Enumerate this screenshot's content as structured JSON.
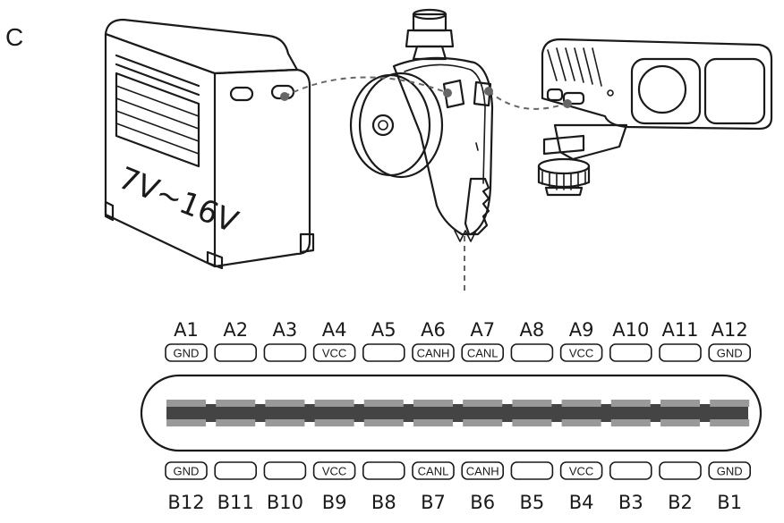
{
  "section_label": "C",
  "battery": {
    "voltage_label": "7V~16V"
  },
  "connector": {
    "top_row": [
      {
        "pin": "A1",
        "signal": "GND"
      },
      {
        "pin": "A2",
        "signal": ""
      },
      {
        "pin": "A3",
        "signal": ""
      },
      {
        "pin": "A4",
        "signal": "VCC"
      },
      {
        "pin": "A5",
        "signal": ""
      },
      {
        "pin": "A6",
        "signal": "CANH"
      },
      {
        "pin": "A7",
        "signal": "CANL"
      },
      {
        "pin": "A8",
        "signal": ""
      },
      {
        "pin": "A9",
        "signal": "VCC"
      },
      {
        "pin": "A10",
        "signal": ""
      },
      {
        "pin": "A11",
        "signal": ""
      },
      {
        "pin": "A12",
        "signal": "GND"
      }
    ],
    "bottom_row": [
      {
        "pin": "B12",
        "signal": "GND"
      },
      {
        "pin": "B11",
        "signal": ""
      },
      {
        "pin": "B10",
        "signal": ""
      },
      {
        "pin": "B9",
        "signal": "VCC"
      },
      {
        "pin": "B8",
        "signal": ""
      },
      {
        "pin": "B7",
        "signal": "CANL"
      },
      {
        "pin": "B6",
        "signal": "CANH"
      },
      {
        "pin": "B5",
        "signal": ""
      },
      {
        "pin": "B4",
        "signal": "VCC"
      },
      {
        "pin": "B3",
        "signal": ""
      },
      {
        "pin": "B2",
        "signal": ""
      },
      {
        "pin": "B1",
        "signal": "GND"
      }
    ]
  }
}
